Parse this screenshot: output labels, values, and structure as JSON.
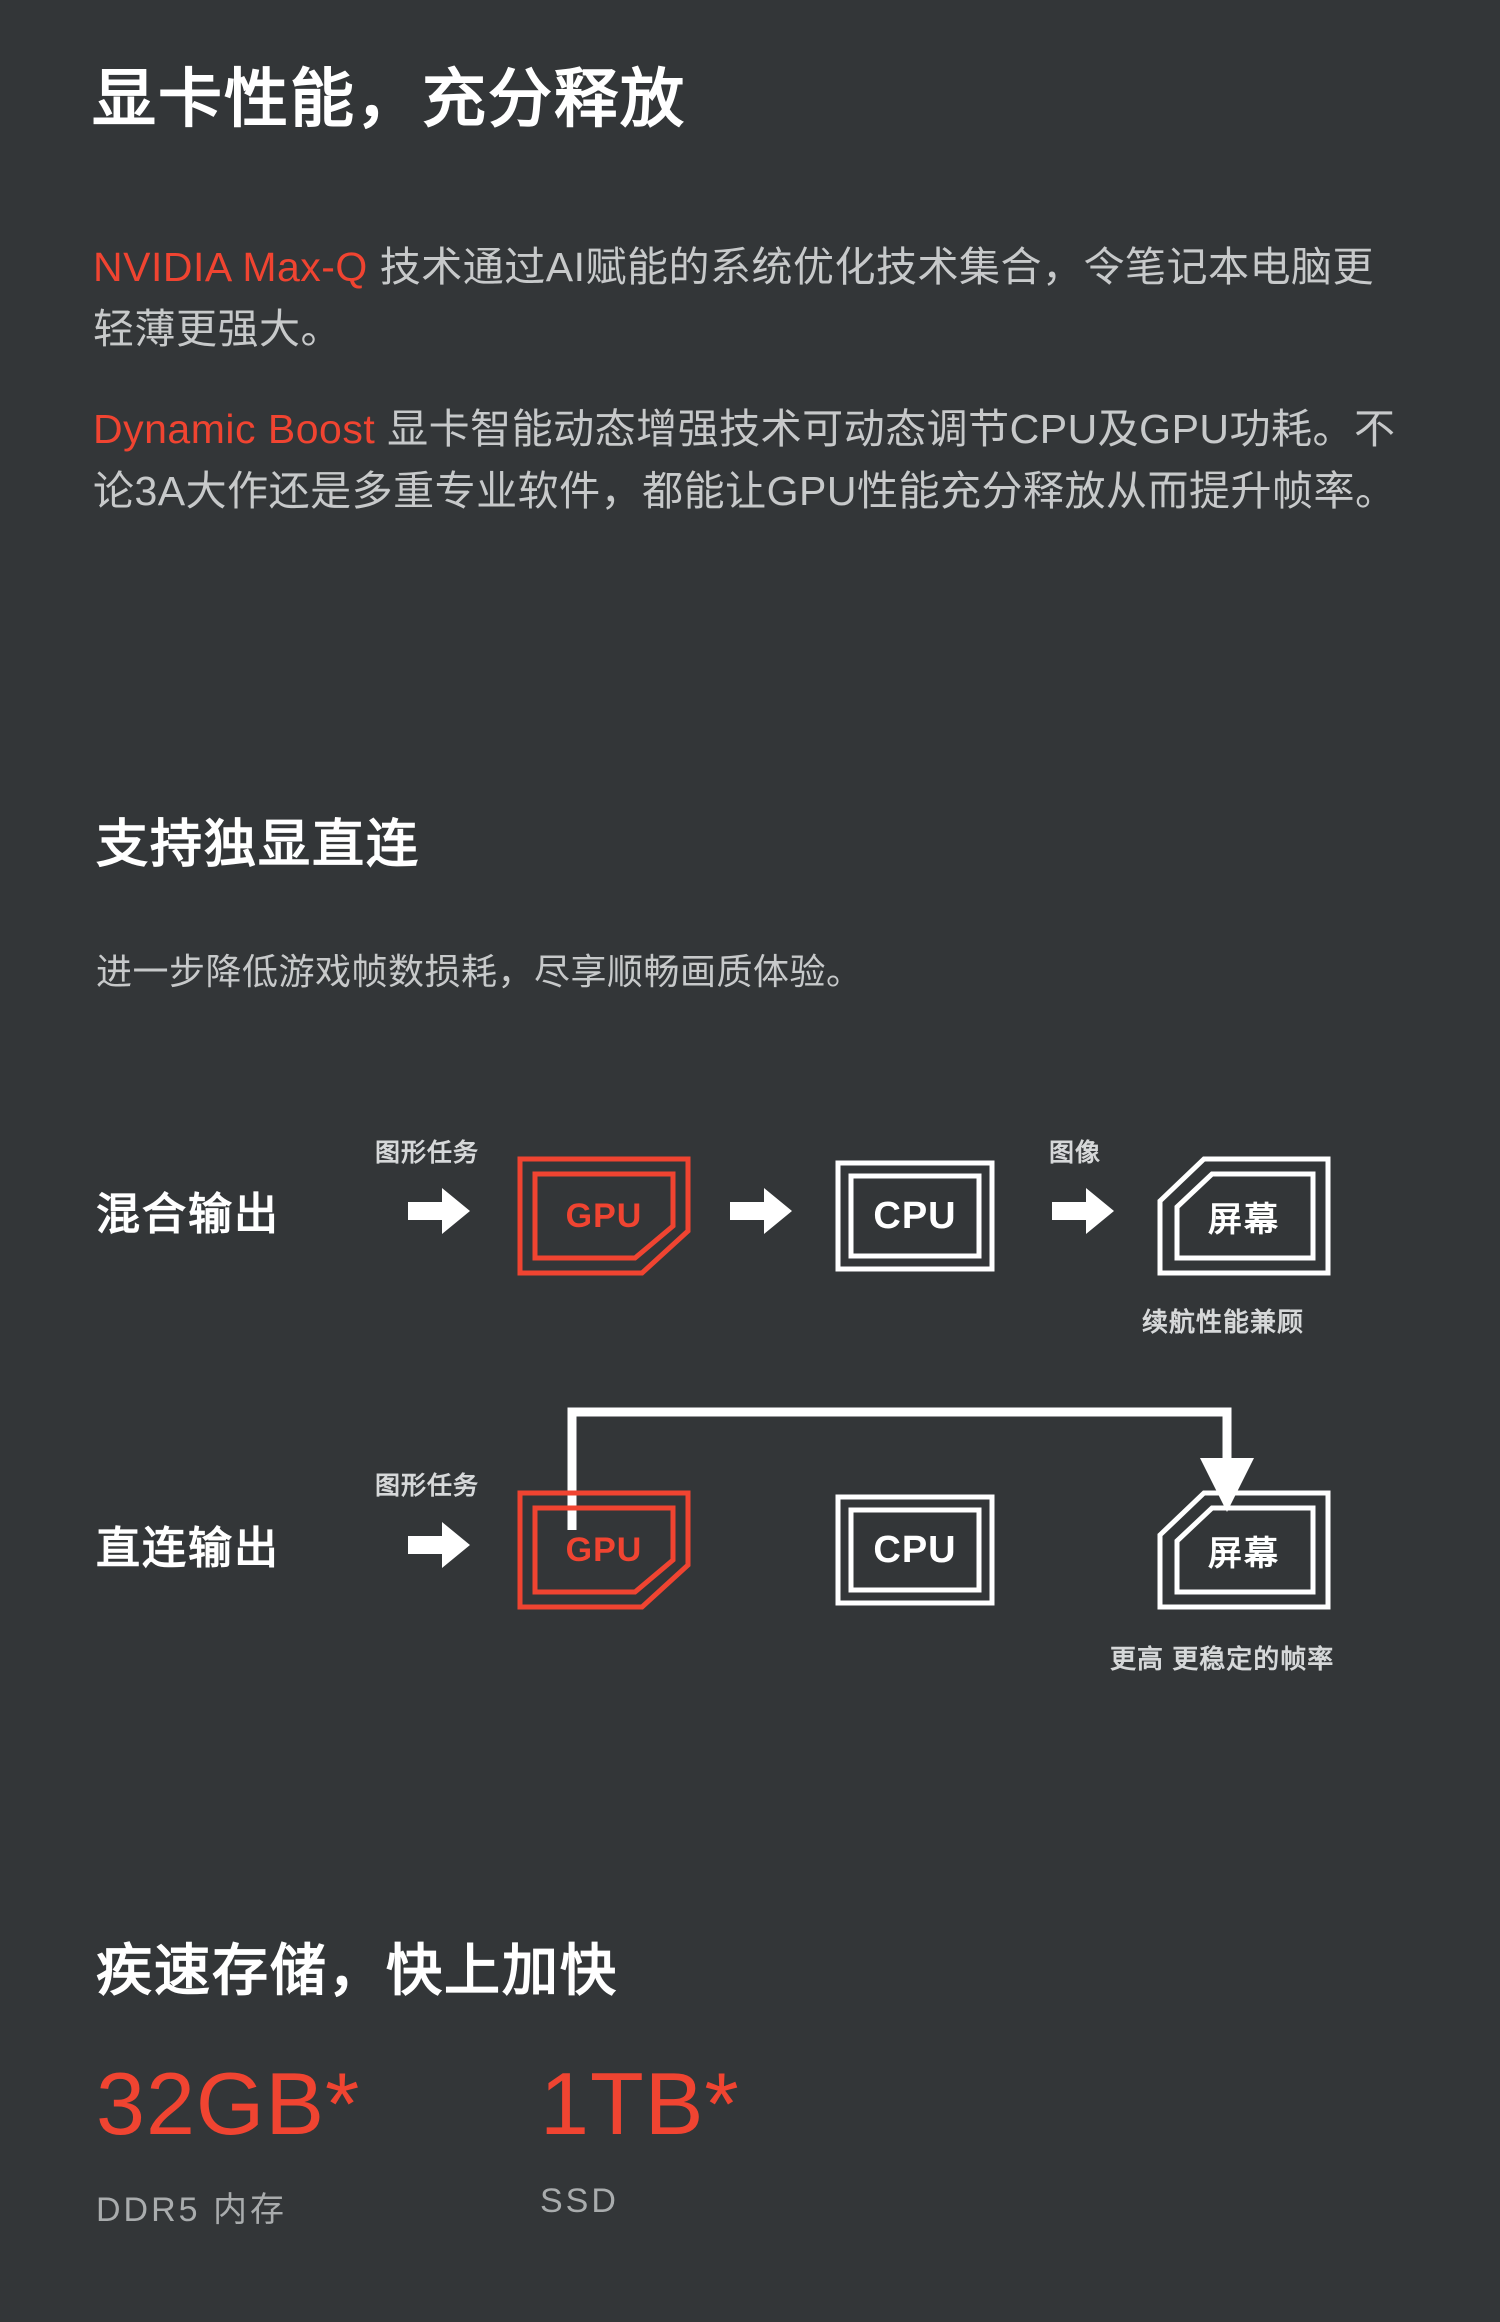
{
  "theme": {
    "background": "#333638",
    "accent": "#f04431",
    "text_primary": "#ffffff",
    "text_secondary": "#c7c9ca"
  },
  "section_gpu": {
    "heading": "显卡性能，充分释放",
    "paragraphs": [
      {
        "accent": "NVIDIA Max-Q",
        "body": " 技术通过AI赋能的系统优化技术集合，令笔记本电脑更轻薄更强大。"
      },
      {
        "accent": "Dynamic Boost",
        "body": " 显卡智能动态增强技术可动态调节CPU及GPU功耗。不论3A大作还是多重专业软件，都能让GPU性能充分释放从而提升帧率。"
      }
    ]
  },
  "section_direct": {
    "heading": "支持独显直连",
    "subtitle": "进一步降低游戏帧数损耗，尽享顺畅画质体验。",
    "rows": [
      {
        "label": "混合输出",
        "flow_label_1": "图形任务",
        "flow_label_2": "图像",
        "gpu": "GPU",
        "cpu": "CPU",
        "screen": "屏幕",
        "caption": "续航性能兼顾"
      },
      {
        "label": "直连输出",
        "flow_label_1": "图形任务",
        "flow_label_2": "",
        "gpu": "GPU",
        "cpu": "CPU",
        "screen": "屏幕",
        "caption": "更高 更稳定的帧率"
      }
    ]
  },
  "section_storage": {
    "heading": "疾速存储，快上加快",
    "specs": [
      {
        "value": "32GB*",
        "label": "DDR5 内存"
      },
      {
        "value": "1TB*",
        "label": "SSD"
      }
    ]
  }
}
